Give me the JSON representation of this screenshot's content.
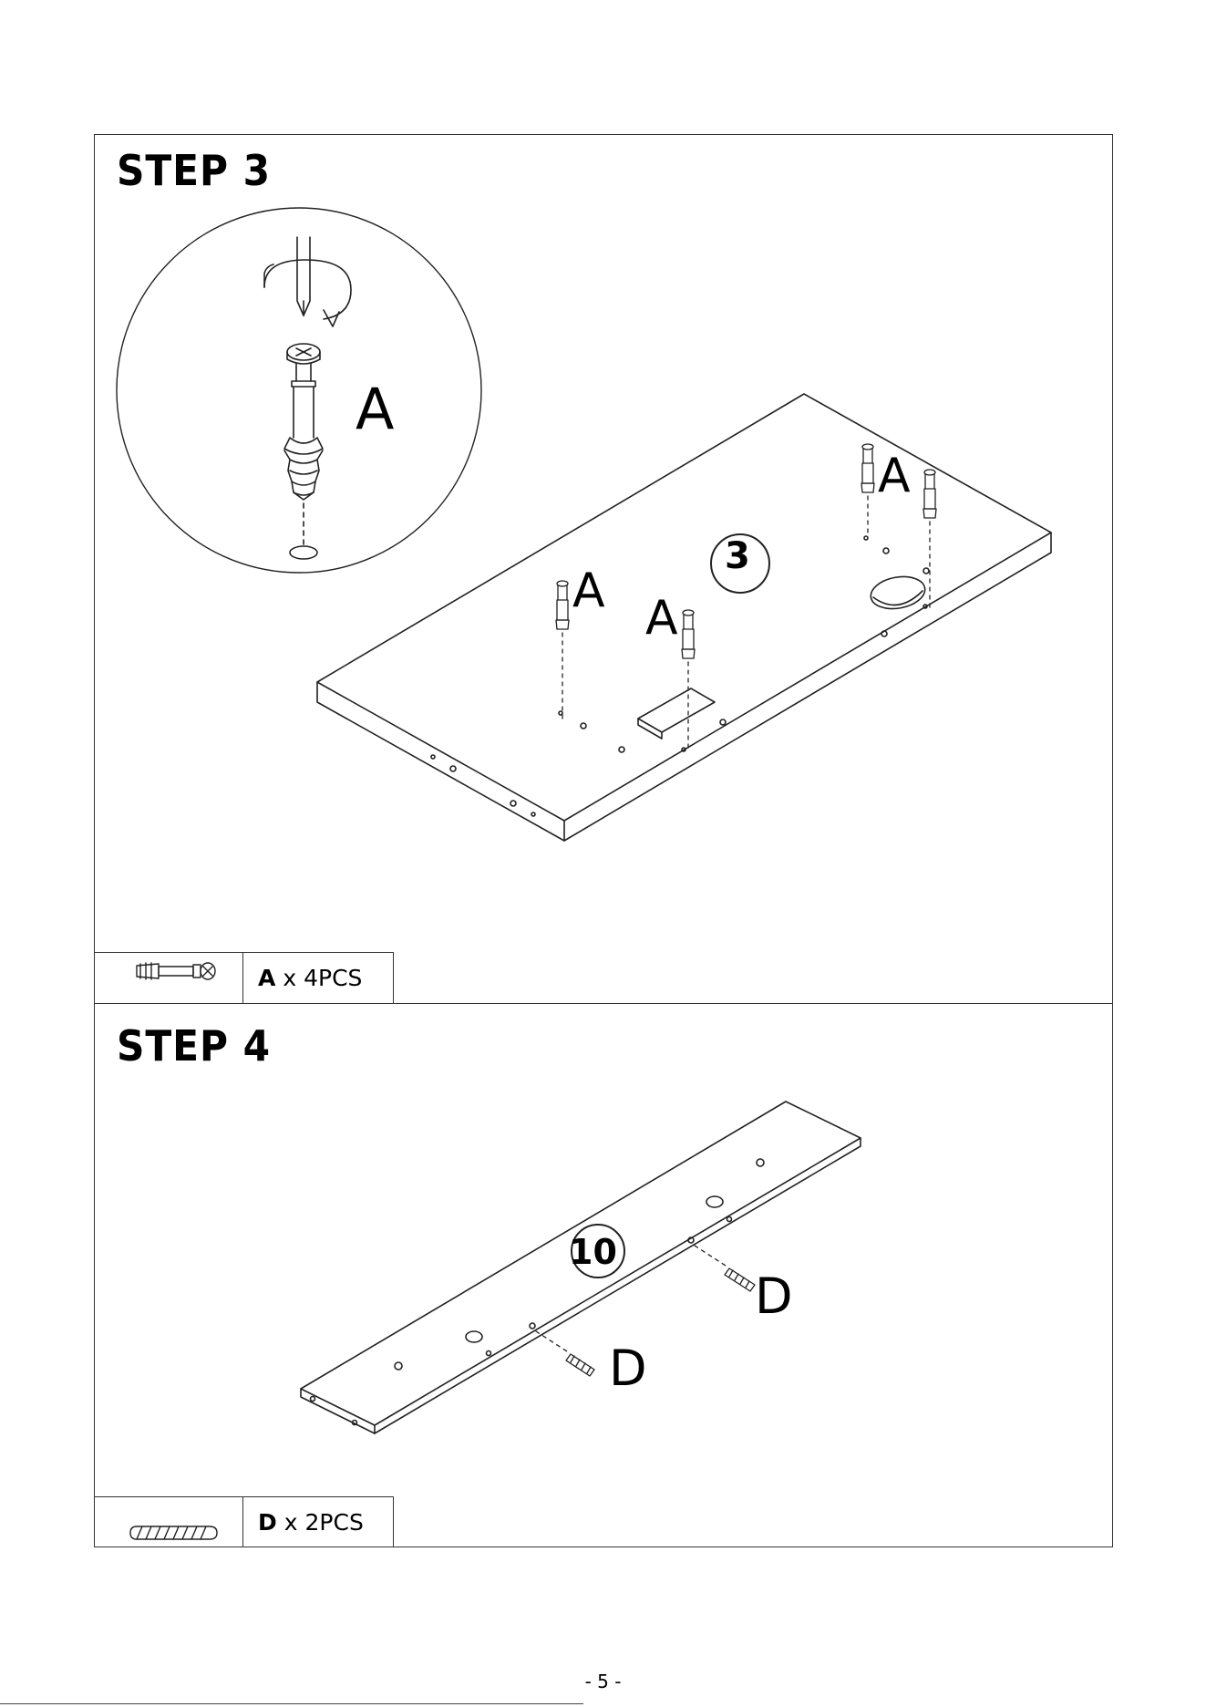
{
  "step3": {
    "title": "STEP 3",
    "detail_label": "A",
    "panel_number": "3",
    "part_labels": [
      "A",
      "A",
      "A",
      "A"
    ],
    "parts": {
      "letter": "A",
      "qty": "x 4PCS",
      "icon": "cam-bolt-icon"
    }
  },
  "step4": {
    "title": "STEP 4",
    "panel_number": "10",
    "part_labels": [
      "D",
      "D"
    ],
    "parts": {
      "letter": "D",
      "qty": "x 2PCS",
      "icon": "wood-dowel-icon"
    }
  },
  "footer": {
    "page_number": "- 5 -"
  }
}
